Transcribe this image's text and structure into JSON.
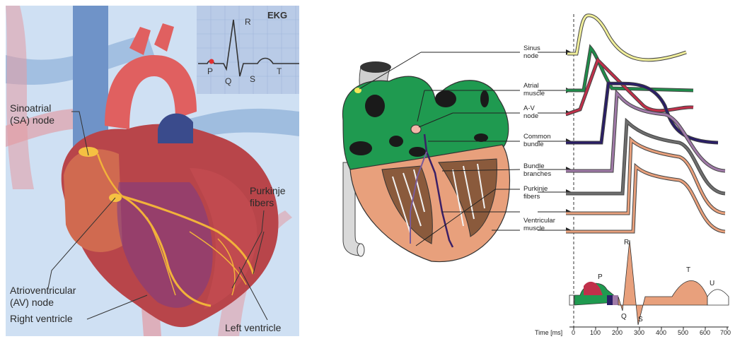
{
  "left": {
    "ekg": {
      "title": "EKG",
      "p": "P",
      "q": "Q",
      "r": "R",
      "s": "S",
      "t": "T"
    },
    "labels": {
      "sa_node": "Sinoatrial\n(SA) node",
      "av_node": "Atrioventricular\n(AV) node",
      "right_ventricle": "Right ventricle",
      "purkinje": "Purkinje\nfibers",
      "left_ventricle": "Left ventricle"
    }
  },
  "right": {
    "labels": {
      "sinus": "Sinus\nnode",
      "atrial": "Atrial\nmuscle",
      "av": "A-V\nnode",
      "common": "Common\nbundle",
      "bundle_branches": "Bundle\nbranches",
      "purkinje": "Purkinje\nfibers",
      "ventricular": "Ventricular\nmuscle"
    },
    "ecg_waves": {
      "p": "P",
      "q": "Q",
      "r": "R",
      "s": "S",
      "t": "T",
      "u": "U"
    },
    "time_axis": {
      "label": "Time [ms]",
      "ticks": [
        "0",
        "100",
        "200",
        "300",
        "400",
        "500",
        "600",
        "700"
      ]
    }
  },
  "colors": {
    "sinus": "#f0ee9a",
    "atrial": "#1f8c4a",
    "av": "#c0304a",
    "common": "#2a1e66",
    "bundle": "#a07aa8",
    "purkinje": "#6e6e6e",
    "ventricular": "#e8a07c"
  }
}
